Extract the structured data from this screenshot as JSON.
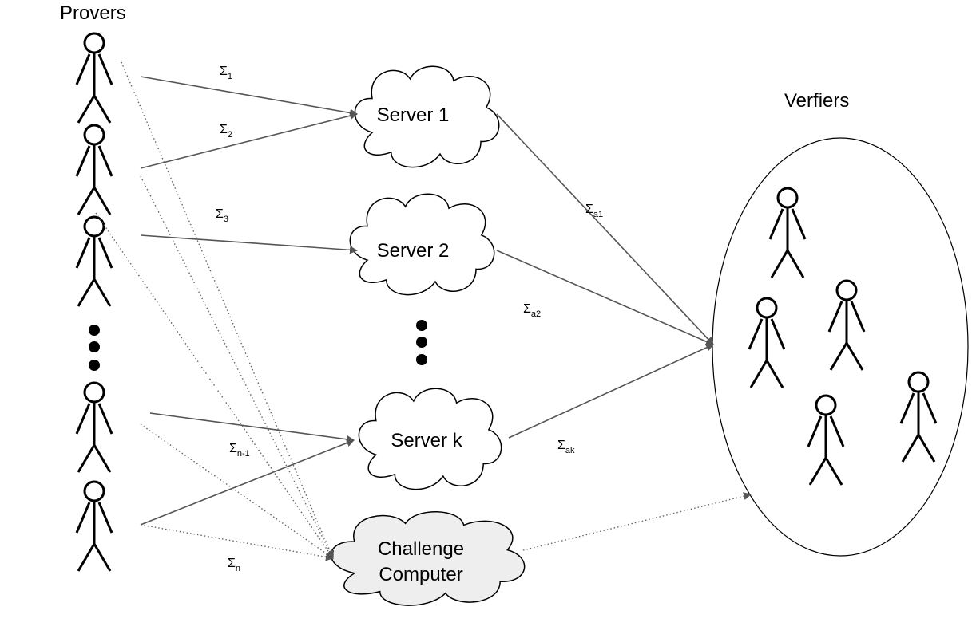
{
  "titles": {
    "provers": "Provers",
    "verifiers": "Verfiers"
  },
  "servers": [
    {
      "label": "Server 1"
    },
    {
      "label": "Server 2"
    },
    {
      "label": "Server k"
    }
  ],
  "challenge": {
    "line1": "Challenge",
    "line2": "Computer"
  },
  "sigma_labels": [
    {
      "sym": "Σ",
      "sub": "1"
    },
    {
      "sym": "Σ",
      "sub": "2"
    },
    {
      "sym": "Σ",
      "sub": "3"
    },
    {
      "sym": "Σ",
      "sub": "n-1"
    },
    {
      "sym": "Σ",
      "sub": "n"
    },
    {
      "sym": "Σ",
      "sub": "a1"
    },
    {
      "sym": "Σ",
      "sub": "a2"
    },
    {
      "sym": "Σ",
      "sub": "ak"
    }
  ],
  "colors": {
    "challenge_fill": "#eeeeee",
    "cloud_fill": "#ffffff",
    "arrow": "#555555"
  },
  "icons": {
    "prover": "stick-figure-icon",
    "verifier": "stick-figure-icon",
    "ellipsis": "vertical-dots-icon"
  }
}
